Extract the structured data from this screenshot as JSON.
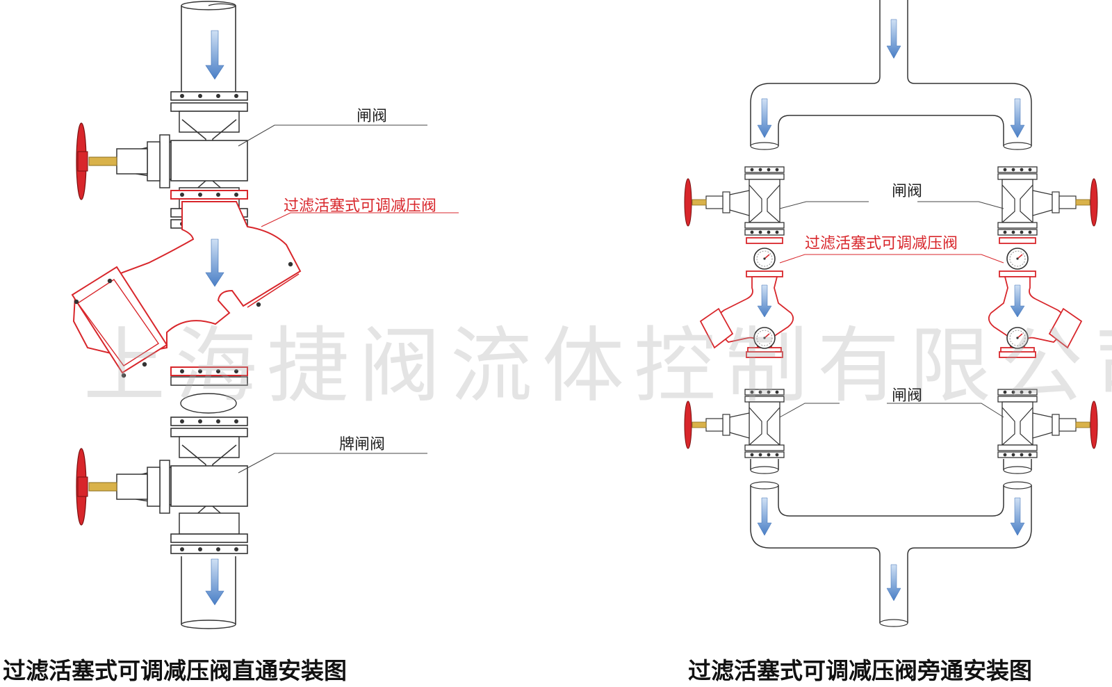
{
  "labels": {
    "gate_valve": "闸阀",
    "prv": "过滤活塞式可调减压阀",
    "brand_gate_valve": "牌闸阀"
  },
  "captions": {
    "left": "过滤活塞式可调减压阀直通安装图",
    "right": "过滤活塞式可调减压阀旁通安装图"
  },
  "watermark": "上海捷阀流体控制有限公司",
  "colors": {
    "valve_red": "#d8262b",
    "pipe_line": "#333333",
    "flow_arrow": "#5b8fd1",
    "stem_brass": "#d9b24a"
  }
}
